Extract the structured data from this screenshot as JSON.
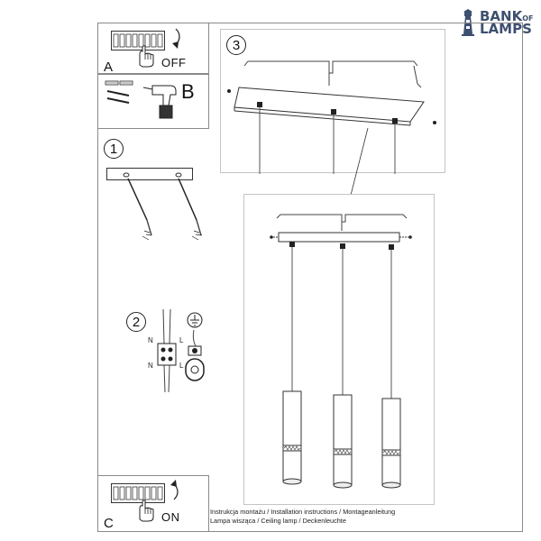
{
  "logo": {
    "line1": "BANK",
    "line1_suffix": "OF",
    "line2": "LAMPS"
  },
  "panel_a": {
    "letter": "A",
    "label": "OFF"
  },
  "panel_b": {
    "letter": "B"
  },
  "panel_c": {
    "letter": "C",
    "label": "ON"
  },
  "steps": {
    "one": "1",
    "two": "2",
    "three": "3"
  },
  "wiring": {
    "n_top": "N",
    "l_top": "L",
    "n_bottom": "N",
    "l_bottom": "L"
  },
  "caption": {
    "line1": "Instrukcja montażu / Installation instructions / Montageanleitung",
    "line2": "Lampa wisząca / Ceiling lamp / Deckenleuchte"
  },
  "colors": {
    "logo": "#3e5070",
    "line": "#8a8a8a",
    "ink": "#222222"
  }
}
